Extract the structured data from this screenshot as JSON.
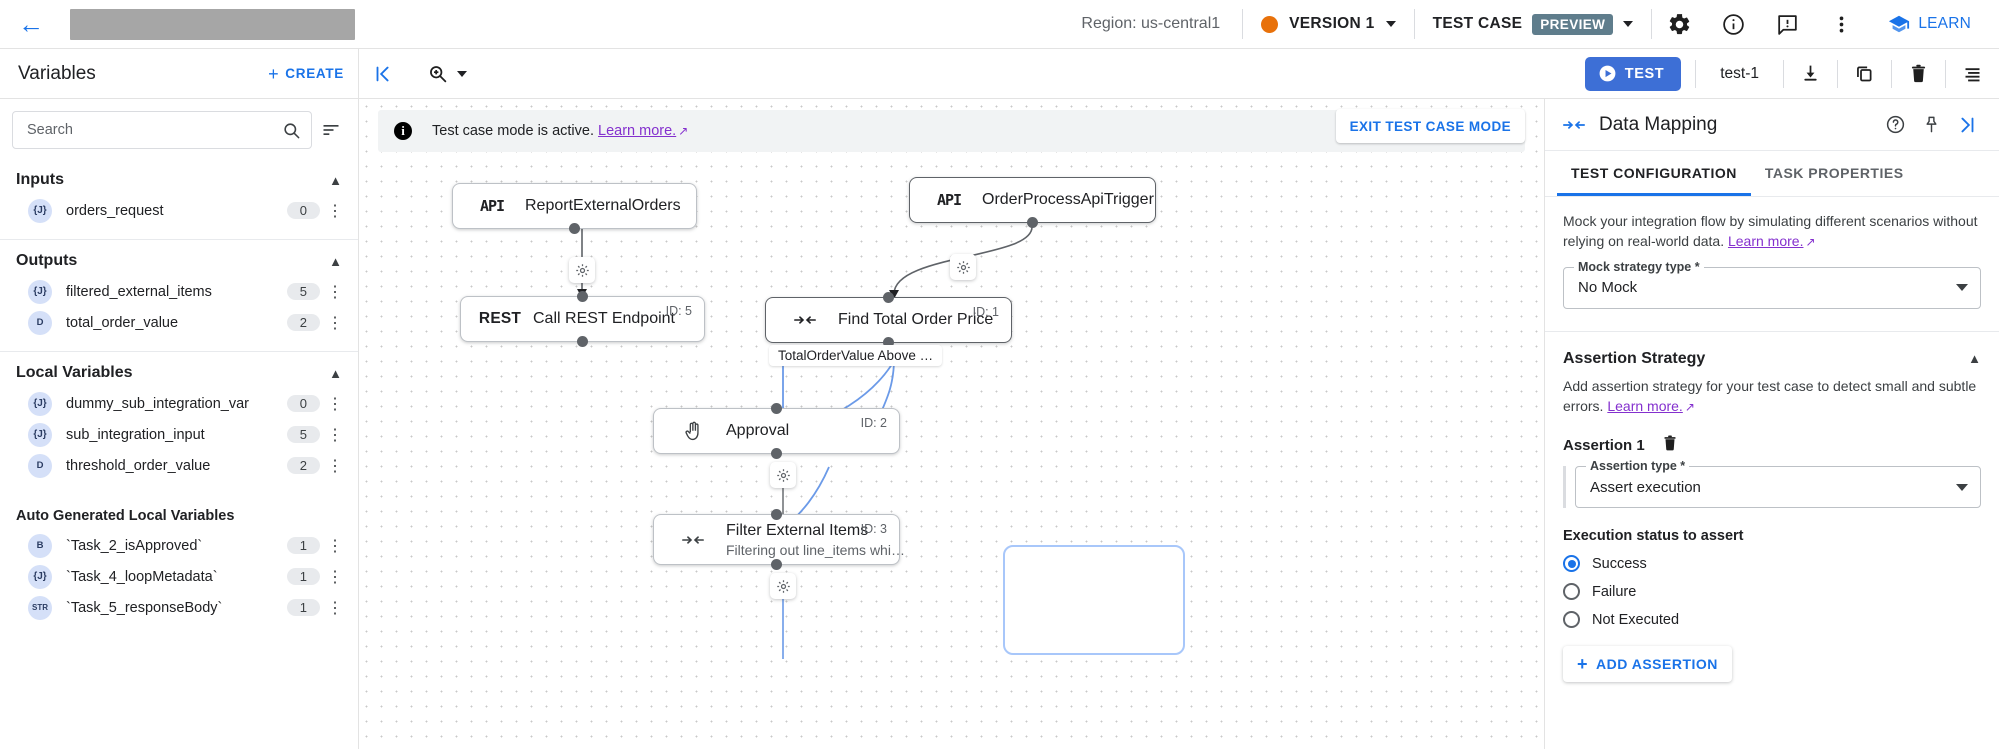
{
  "topbar": {
    "back_icon": "back-arrow-icon",
    "title_redacted": "",
    "region": "Region: us-central1",
    "version_label": "VERSION 1",
    "version_dot_color": "#e8710a",
    "testcase_label": "TEST CASE",
    "preview_badge": "PREVIEW",
    "icons": [
      "gear-icon",
      "info-icon",
      "feedback-icon",
      "more-vert-icon"
    ],
    "learn_label": "LEARN"
  },
  "toolbar": {
    "variables_title": "Variables",
    "create_label": "CREATE",
    "collapse_icon": "collapse-panel-icon",
    "zoom_icon": "zoom-icon",
    "test_label": "TEST",
    "test_name": "test-1",
    "icons": [
      "download-icon",
      "copy-icon",
      "delete-icon",
      "list-icon"
    ]
  },
  "sidebar": {
    "search": {
      "value": "",
      "placeholder": "Search"
    },
    "sort_icon": "sort-icon",
    "sections": [
      {
        "title": "Inputs",
        "items": [
          {
            "badge": "{J}",
            "badge_type": "j",
            "name": "orders_request",
            "count": "0"
          }
        ]
      },
      {
        "title": "Outputs",
        "items": [
          {
            "badge": "{J}",
            "badge_type": "j",
            "name": "filtered_external_items",
            "count": "5"
          },
          {
            "badge": "D",
            "badge_type": "d",
            "name": "total_order_value",
            "count": "2"
          }
        ]
      },
      {
        "title": "Local Variables",
        "items": [
          {
            "badge": "{J}",
            "badge_type": "j",
            "name": "dummy_sub_integration_var",
            "count": "0"
          },
          {
            "badge": "{J}",
            "badge_type": "j",
            "name": "sub_integration_input",
            "count": "5"
          },
          {
            "badge": "D",
            "badge_type": "d",
            "name": "threshold_order_value",
            "count": "2"
          }
        ]
      }
    ],
    "autogen": {
      "title": "Auto Generated Local Variables",
      "items": [
        {
          "badge": "B",
          "badge_type": "b",
          "name": "`Task_2_isApproved`",
          "count": "1"
        },
        {
          "badge": "{J}",
          "badge_type": "j",
          "name": "`Task_4_loopMetadata`",
          "count": "1"
        },
        {
          "badge": "STR",
          "badge_type": "str",
          "name": "`Task_5_responseBody`",
          "count": "1"
        }
      ]
    }
  },
  "canvas": {
    "banner": {
      "text": "Test case mode is active.",
      "link": "Learn more.",
      "exit_label": "EXIT TEST CASE MODE"
    },
    "nodes": [
      {
        "icon": "api-glyph",
        "glyph": "API",
        "title": "ReportExternalOrders",
        "sub": "",
        "id": ""
      },
      {
        "icon": "api-glyph",
        "glyph": "API",
        "title": "OrderProcessApiTrigger",
        "sub": "",
        "id": ""
      },
      {
        "icon": "rest-glyph",
        "glyph": "REST",
        "title": "Call REST Endpoint",
        "sub": "",
        "id": "ID: 5"
      },
      {
        "icon": "mapping-icon",
        "glyph": "",
        "title": "Find Total Order Price",
        "sub": "",
        "id": "ID: 1"
      },
      {
        "icon": "hand-icon",
        "glyph": "",
        "title": "Approval",
        "sub": "",
        "id": "ID: 2"
      },
      {
        "icon": "mapping-icon",
        "glyph": "",
        "title": "Filter External Items",
        "sub": "Filtering out line_items whi…",
        "id": "ID: 3"
      }
    ],
    "edge_label": "TotalOrderValue Above …"
  },
  "rightpanel": {
    "header_icon": "mapping-icon",
    "title": "Data Mapping",
    "icons": [
      "help-icon",
      "pin-icon",
      "collapse-right-icon"
    ],
    "tabs": [
      {
        "label": "TEST CONFIGURATION",
        "active": true
      },
      {
        "label": "TASK PROPERTIES",
        "active": false
      }
    ],
    "mock_desc": "Mock your integration flow by simulating different scenarios without relying on real-world data.",
    "mock_desc_link": "Learn more.",
    "mock_field": {
      "legend": "Mock strategy type *",
      "value": "No Mock"
    },
    "assertion_section": {
      "title": "Assertion Strategy",
      "desc": "Add assertion strategy for your test case to detect small and subtle errors.",
      "desc_link": "Learn more.",
      "assertion_label": "Assertion 1",
      "delete_icon": "delete-icon",
      "type_field": {
        "legend": "Assertion type *",
        "value": "Assert execution"
      },
      "exec_label": "Execution status to assert",
      "radios": [
        {
          "label": "Success",
          "selected": true
        },
        {
          "label": "Failure",
          "selected": false
        },
        {
          "label": "Not Executed",
          "selected": false
        }
      ],
      "add_label": "ADD ASSERTION"
    }
  }
}
